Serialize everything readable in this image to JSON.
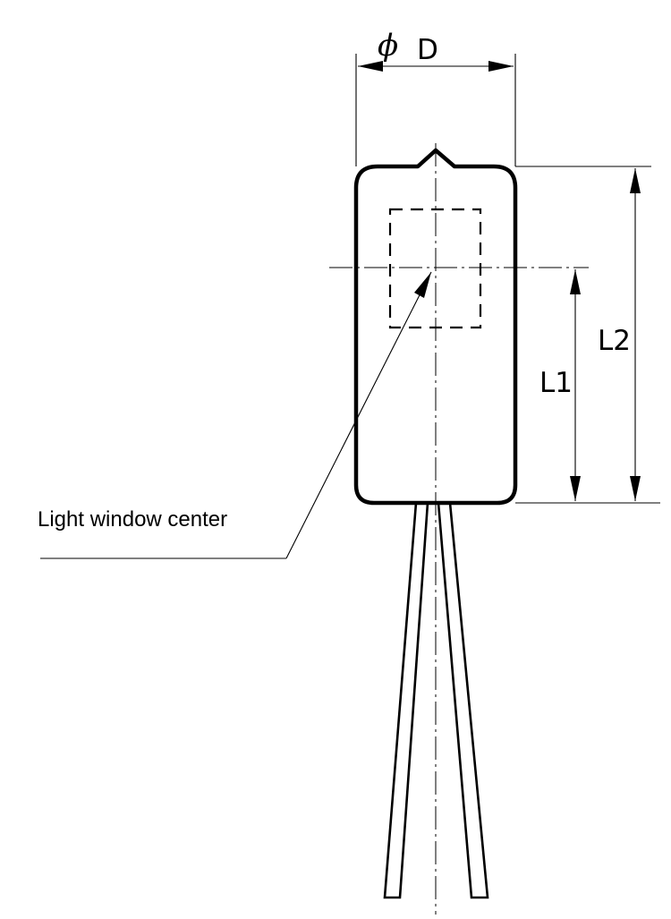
{
  "labels": {
    "diameter_symbol": "ϕ",
    "diameter": "D",
    "l1": "L1",
    "l2": "L2",
    "light_window_center": "Light window center"
  }
}
